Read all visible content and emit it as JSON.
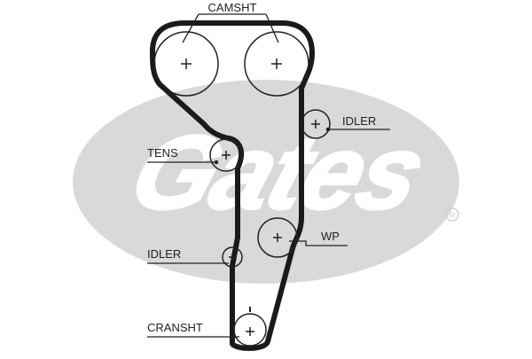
{
  "labels": {
    "camshaft": "CAMSHT",
    "idler_upper": "IDLER",
    "tensioner": "TENS",
    "water_pump": "WP",
    "idler_lower": "IDLER",
    "crankshaft": "CRANSHT"
  },
  "watermark": {
    "brand": "Gates",
    "registered_mark": "®"
  },
  "colors": {
    "belt": "#1a1a1a",
    "line": "#222222",
    "watermark": "#d9d9d9",
    "background": "#ffffff"
  }
}
